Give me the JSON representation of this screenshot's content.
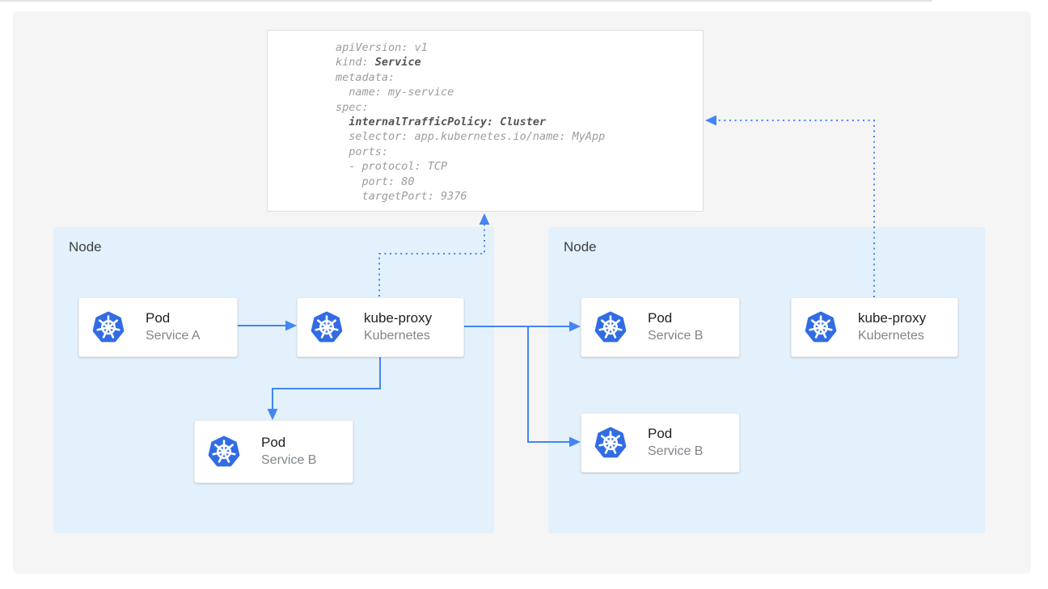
{
  "colors": {
    "kubernetes_blue": "#326ce5",
    "arrow_blue": "#4285f4",
    "node_background": "#e3f1fc",
    "panel_background": "#f5f5f6",
    "yaml_text": "#9c9c9c",
    "yaml_bold_text": "#555555",
    "card_title": "#212121",
    "card_subtitle": "#80868b",
    "node_label": "#3c4043"
  },
  "yaml": {
    "lines": [
      {
        "pre": "apiVersion: v1"
      },
      {
        "pre": "kind: ",
        "bold": "Service"
      },
      {
        "pre": "metadata:"
      },
      {
        "pre": "  name: my-service"
      },
      {
        "pre": "spec:"
      },
      {
        "pre": "  ",
        "bold": "internalTrafficPolicy: Cluster"
      },
      {
        "pre": "  selector: app.kubernetes.io/name: MyApp"
      },
      {
        "pre": "  ports:"
      },
      {
        "pre": "  - protocol: TCP"
      },
      {
        "pre": "    port: 80"
      },
      {
        "pre": "    targetPort: 9376"
      }
    ]
  },
  "nodes": {
    "left": {
      "label": "Node"
    },
    "right": {
      "label": "Node"
    }
  },
  "cards": {
    "pod_service_a": {
      "title": "Pod",
      "subtitle": "Service A",
      "icon": "kubernetes-icon"
    },
    "kube_proxy_left": {
      "title": "kube-proxy",
      "subtitle": "Kubernetes",
      "icon": "kubernetes-icon"
    },
    "pod_service_b_left": {
      "title": "Pod",
      "subtitle": "Service B",
      "icon": "kubernetes-icon"
    },
    "pod_service_b_top": {
      "title": "Pod",
      "subtitle": "Service B",
      "icon": "kubernetes-icon"
    },
    "kube_proxy_right": {
      "title": "kube-proxy",
      "subtitle": "Kubernetes",
      "icon": "kubernetes-icon"
    },
    "pod_service_b_bottom": {
      "title": "Pod",
      "subtitle": "Service B",
      "icon": "kubernetes-icon"
    }
  },
  "connections": [
    {
      "from": "pod_service_a",
      "to": "kube_proxy_left",
      "style": "solid"
    },
    {
      "from": "kube_proxy_left",
      "to": "pod_service_b_top",
      "style": "solid"
    },
    {
      "from": "kube_proxy_left",
      "to": "pod_service_b_bottom",
      "style": "solid"
    },
    {
      "from": "kube_proxy_left",
      "to": "pod_service_b_left",
      "style": "solid"
    },
    {
      "from": "kube_proxy_left",
      "to": "service_yaml_box",
      "style": "dotted"
    },
    {
      "from": "kube_proxy_right",
      "to": "service_yaml_box",
      "style": "dotted"
    }
  ]
}
